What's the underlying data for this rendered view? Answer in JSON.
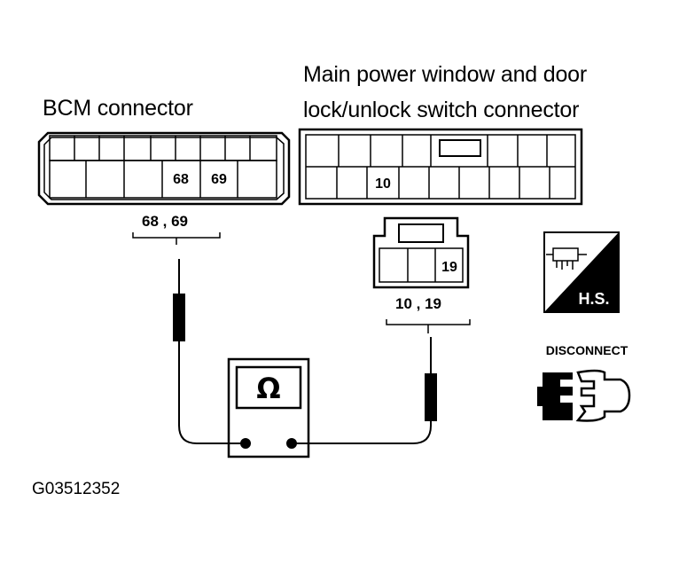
{
  "bcm": {
    "title": "BCM connector",
    "pins": [
      "68",
      "69"
    ],
    "pin_label": "68 , 69"
  },
  "switch": {
    "title_line1": "Main power window and door",
    "title_line2": "lock/unlock switch connector",
    "pin_main": "10",
    "pin_sub": "19",
    "pin_label": "10 , 19"
  },
  "meter": {
    "symbol": "Ω"
  },
  "icons": {
    "hs_label": "H.S.",
    "disconnect_label": "DISCONNECT"
  },
  "figure_code": "G03512352",
  "colors": {
    "ink": "#000000",
    "background": "#ffffff"
  }
}
